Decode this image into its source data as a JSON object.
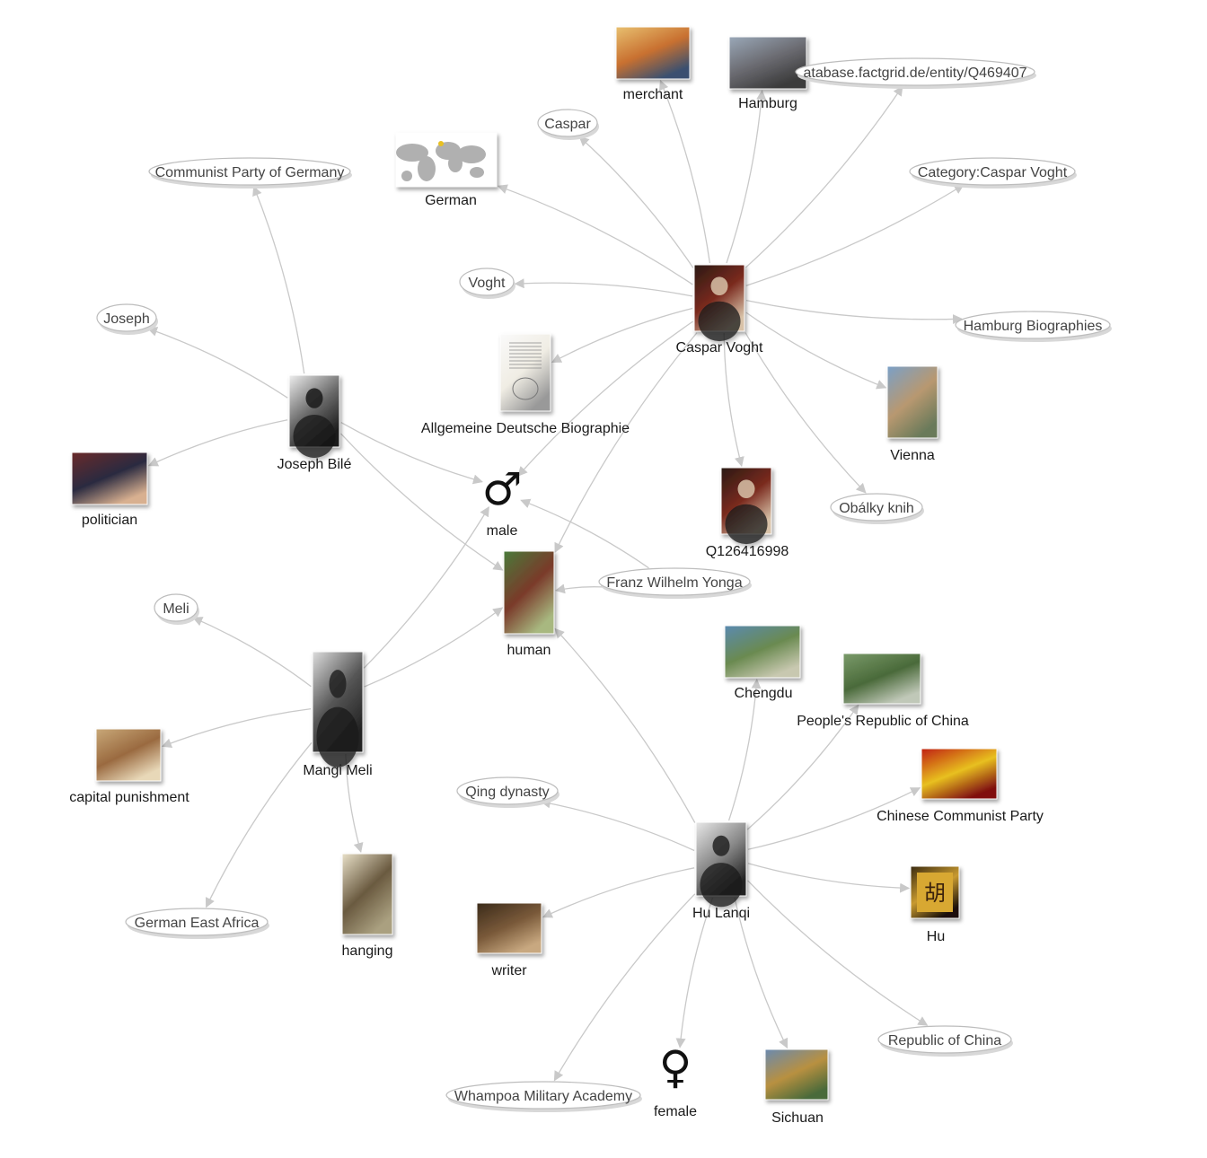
{
  "graph": {
    "nodes": [
      {
        "id": "caspar_voght",
        "label": "Caspar Voght",
        "kind": "image",
        "icon": "portrait-icon"
      },
      {
        "id": "joseph_bile",
        "label": "Joseph Bilé",
        "kind": "image",
        "icon": "portrait-icon"
      },
      {
        "id": "mangi_meli",
        "label": "Mangi Meli",
        "kind": "image",
        "icon": "portrait-icon"
      },
      {
        "id": "hu_lanqi",
        "label": "Hu Lanqi",
        "kind": "image",
        "icon": "portrait-icon"
      },
      {
        "id": "merchant",
        "label": "merchant",
        "kind": "image",
        "icon": "painting-icon"
      },
      {
        "id": "hamburg",
        "label": "Hamburg",
        "kind": "image",
        "icon": "cityscape-icon"
      },
      {
        "id": "factgrid",
        "label": "atabase.factgrid.de/entity/Q469407",
        "kind": "ellipse"
      },
      {
        "id": "caspar",
        "label": "Caspar",
        "kind": "ellipse"
      },
      {
        "id": "german",
        "label": "German",
        "kind": "image",
        "icon": "world-map-icon"
      },
      {
        "id": "category",
        "label": "Category:Caspar Voght",
        "kind": "ellipse"
      },
      {
        "id": "communist_germany",
        "label": "Communist Party of Germany",
        "kind": "ellipse"
      },
      {
        "id": "voght",
        "label": "Voght",
        "kind": "ellipse"
      },
      {
        "id": "hamburg_bio",
        "label": "Hamburg Biographies",
        "kind": "ellipse"
      },
      {
        "id": "joseph",
        "label": "Joseph",
        "kind": "ellipse"
      },
      {
        "id": "adb",
        "label": "Allgemeine Deutsche Biographie",
        "kind": "image",
        "icon": "book-page-icon"
      },
      {
        "id": "vienna",
        "label": "Vienna",
        "kind": "image",
        "icon": "collage-icon"
      },
      {
        "id": "politician",
        "label": "politician",
        "kind": "image",
        "icon": "photo-icon"
      },
      {
        "id": "male",
        "label": "male",
        "kind": "symbol",
        "symbol": "♂"
      },
      {
        "id": "q126",
        "label": "Q126416998",
        "kind": "image",
        "icon": "portrait-icon"
      },
      {
        "id": "obalky",
        "label": "Obálky knih",
        "kind": "ellipse"
      },
      {
        "id": "franz",
        "label": "Franz Wilhelm Yonga",
        "kind": "ellipse"
      },
      {
        "id": "human",
        "label": "human",
        "kind": "image",
        "icon": "people-photo-icon"
      },
      {
        "id": "meli",
        "label": "Meli",
        "kind": "ellipse"
      },
      {
        "id": "chengdu",
        "label": "Chengdu",
        "kind": "image",
        "icon": "cityscape-icon"
      },
      {
        "id": "prc",
        "label": "People's Republic of China",
        "kind": "image",
        "icon": "landscape-icon"
      },
      {
        "id": "capital",
        "label": "capital punishment",
        "kind": "image",
        "icon": "painting-icon"
      },
      {
        "id": "ccp",
        "label": "Chinese Communist Party",
        "kind": "image",
        "icon": "assembly-photo-icon"
      },
      {
        "id": "qing",
        "label": "Qing dynasty",
        "kind": "ellipse"
      },
      {
        "id": "hu",
        "label": "Hu",
        "kind": "image",
        "icon": "calligraphy-icon"
      },
      {
        "id": "gea",
        "label": "German East Africa",
        "kind": "ellipse"
      },
      {
        "id": "hanging",
        "label": "hanging",
        "kind": "image",
        "icon": "drawing-icon"
      },
      {
        "id": "writer",
        "label": "writer",
        "kind": "image",
        "icon": "painting-icon"
      },
      {
        "id": "roc",
        "label": "Republic of China",
        "kind": "ellipse"
      },
      {
        "id": "whampoa",
        "label": "Whampoa Military Academy",
        "kind": "ellipse"
      },
      {
        "id": "female",
        "label": "female",
        "kind": "symbol",
        "symbol": "♀"
      },
      {
        "id": "sichuan",
        "label": "Sichuan",
        "kind": "image",
        "icon": "landscape-icon"
      }
    ],
    "edges": [
      [
        "caspar_voght",
        "merchant"
      ],
      [
        "caspar_voght",
        "hamburg"
      ],
      [
        "caspar_voght",
        "factgrid"
      ],
      [
        "caspar_voght",
        "caspar"
      ],
      [
        "caspar_voght",
        "german"
      ],
      [
        "caspar_voght",
        "category"
      ],
      [
        "caspar_voght",
        "voght"
      ],
      [
        "caspar_voght",
        "hamburg_bio"
      ],
      [
        "caspar_voght",
        "adb"
      ],
      [
        "caspar_voght",
        "vienna"
      ],
      [
        "caspar_voght",
        "obalky"
      ],
      [
        "caspar_voght",
        "q126"
      ],
      [
        "caspar_voght",
        "male"
      ],
      [
        "caspar_voght",
        "human"
      ],
      [
        "joseph_bile",
        "communist_germany"
      ],
      [
        "joseph_bile",
        "joseph"
      ],
      [
        "joseph_bile",
        "politician"
      ],
      [
        "joseph_bile",
        "male"
      ],
      [
        "joseph_bile",
        "human"
      ],
      [
        "franz",
        "male"
      ],
      [
        "franz",
        "human"
      ],
      [
        "mangi_meli",
        "meli"
      ],
      [
        "mangi_meli",
        "capital"
      ],
      [
        "mangi_meli",
        "gea"
      ],
      [
        "mangi_meli",
        "hanging"
      ],
      [
        "mangi_meli",
        "male"
      ],
      [
        "mangi_meli",
        "human"
      ],
      [
        "hu_lanqi",
        "human"
      ],
      [
        "hu_lanqi",
        "chengdu"
      ],
      [
        "hu_lanqi",
        "prc"
      ],
      [
        "hu_lanqi",
        "ccp"
      ],
      [
        "hu_lanqi",
        "qing"
      ],
      [
        "hu_lanqi",
        "hu"
      ],
      [
        "hu_lanqi",
        "writer"
      ],
      [
        "hu_lanqi",
        "roc"
      ],
      [
        "hu_lanqi",
        "whampoa"
      ],
      [
        "hu_lanqi",
        "female"
      ],
      [
        "hu_lanqi",
        "sichuan"
      ]
    ]
  }
}
